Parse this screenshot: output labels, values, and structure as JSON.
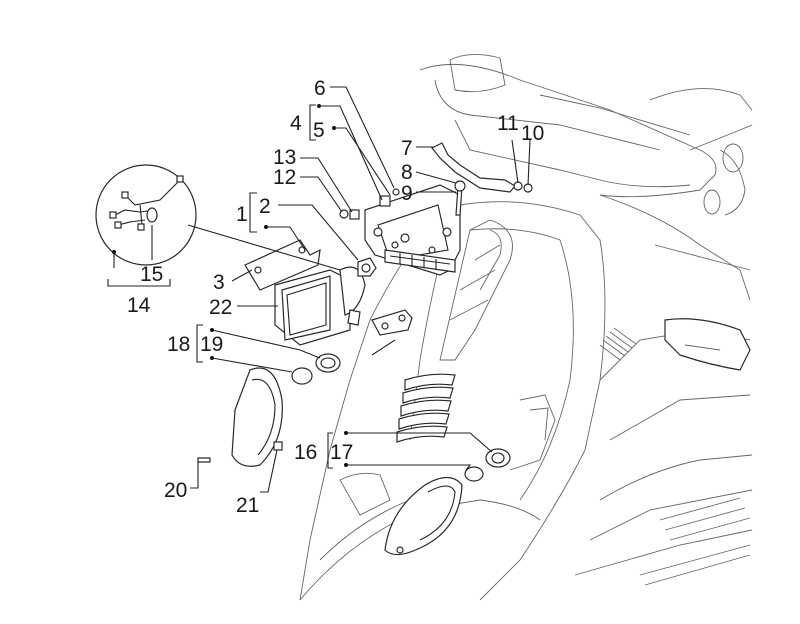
{
  "diagram": {
    "callouts": [
      {
        "id": "1",
        "text": "1"
      },
      {
        "id": "2",
        "text": "2"
      },
      {
        "id": "3",
        "text": "3"
      },
      {
        "id": "4",
        "text": "4"
      },
      {
        "id": "5",
        "text": "5"
      },
      {
        "id": "6",
        "text": "6"
      },
      {
        "id": "7",
        "text": "7"
      },
      {
        "id": "8",
        "text": "8"
      },
      {
        "id": "9",
        "text": "9"
      },
      {
        "id": "10",
        "text": "10"
      },
      {
        "id": "11",
        "text": "11"
      },
      {
        "id": "12",
        "text": "12"
      },
      {
        "id": "13",
        "text": "13"
      },
      {
        "id": "14",
        "text": "14"
      },
      {
        "id": "15",
        "text": "15"
      },
      {
        "id": "16",
        "text": "16"
      },
      {
        "id": "17",
        "text": "17"
      },
      {
        "id": "18",
        "text": "18"
      },
      {
        "id": "19",
        "text": "19"
      },
      {
        "id": "20",
        "text": "20"
      },
      {
        "id": "21",
        "text": "21"
      },
      {
        "id": "22",
        "text": "22"
      }
    ]
  }
}
